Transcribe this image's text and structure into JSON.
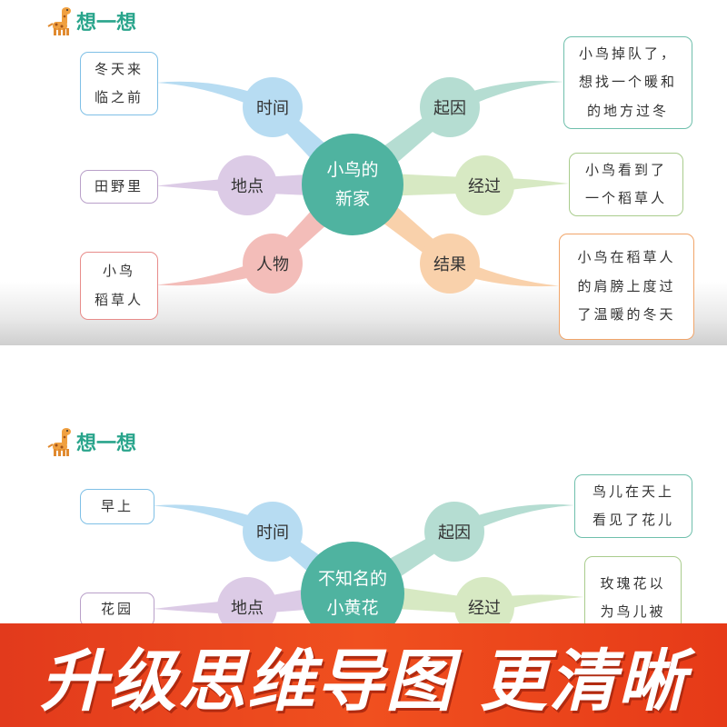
{
  "panels": [
    {
      "title": "想一想",
      "center": [
        "小鸟的",
        "新家"
      ],
      "branches": [
        {
          "key": "time",
          "label": "时间",
          "leaf": [
            "冬天来",
            "临之前"
          ]
        },
        {
          "key": "cause",
          "label": "起因",
          "leaf": [
            "小鸟掉队了，",
            "想找一个暖和",
            "的地方过冬"
          ]
        },
        {
          "key": "place",
          "label": "地点",
          "leaf": [
            "田野里"
          ]
        },
        {
          "key": "process",
          "label": "经过",
          "leaf": [
            "小鸟看到了",
            "一个稻草人"
          ]
        },
        {
          "key": "people",
          "label": "人物",
          "leaf": [
            "小鸟",
            "稻草人"
          ]
        },
        {
          "key": "result",
          "label": "结果",
          "leaf": [
            "小鸟在稻草人",
            "的肩膀上度过",
            "了温暖的冬天"
          ]
        }
      ]
    },
    {
      "title": "想一想",
      "center": [
        "不知名的",
        "小黄花"
      ],
      "branches": [
        {
          "key": "time",
          "label": "时间",
          "leaf": [
            "早上"
          ]
        },
        {
          "key": "cause",
          "label": "起因",
          "leaf": [
            "鸟儿在天上",
            "看见了花儿"
          ]
        },
        {
          "key": "place",
          "label": "地点",
          "leaf": [
            "花园"
          ]
        },
        {
          "key": "process",
          "label": "经过",
          "leaf": [
            "玫瑰花以",
            "为鸟儿被"
          ]
        }
      ]
    }
  ],
  "banner": "升级思维导图 更清晰",
  "colors": {
    "center": "#4fb3a0",
    "time": "#b7dcf2",
    "cause": "#b5ddd2",
    "place": "#dccbe6",
    "process": "#d7e9c3",
    "people": "#f3bdb9",
    "result": "#f9d1ab",
    "title": "#2aa58c",
    "banner": "#e8401c"
  }
}
